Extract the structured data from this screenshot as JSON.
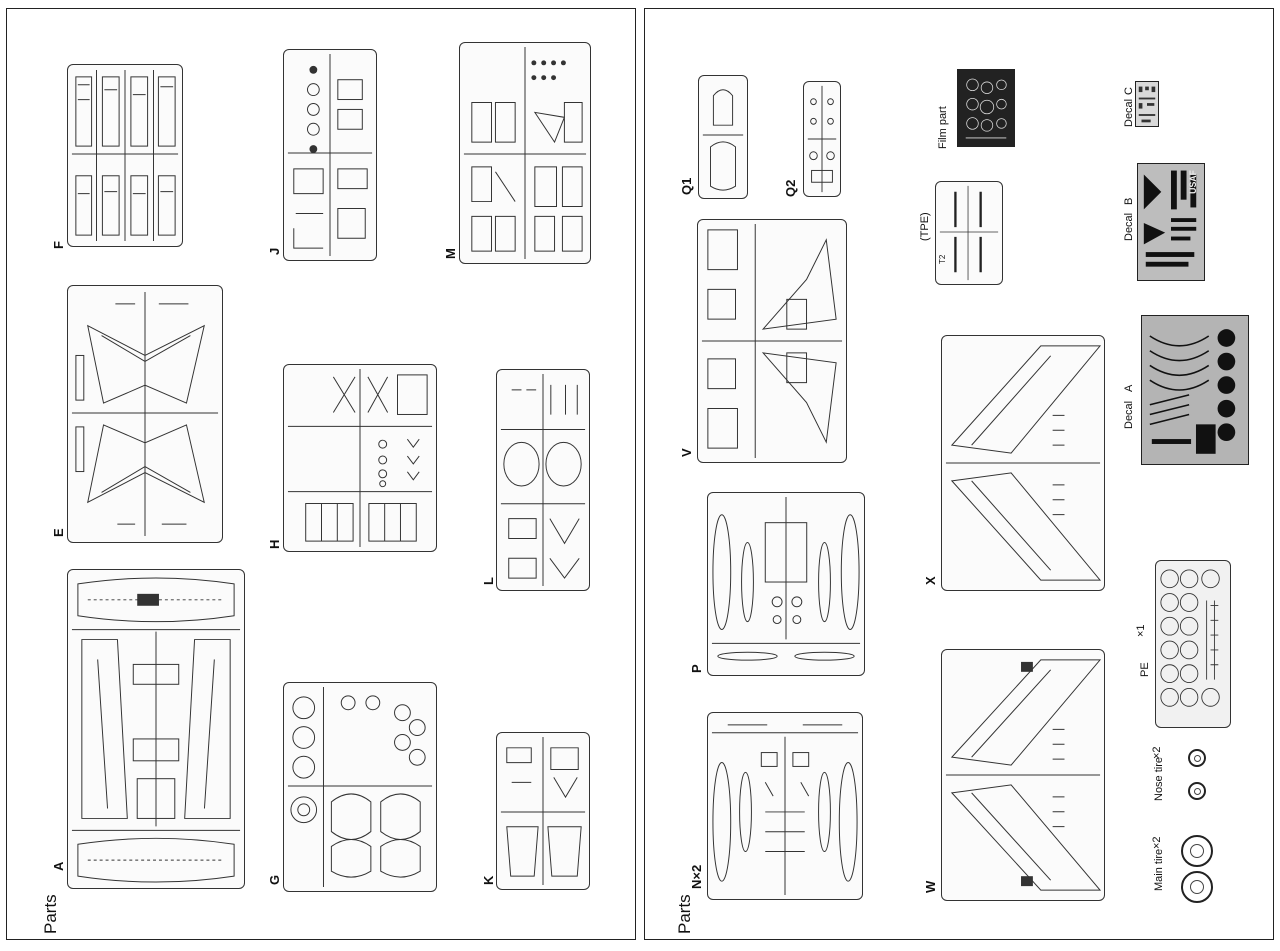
{
  "left_page": {
    "title": "Parts",
    "sprues": [
      {
        "id": "A",
        "label": "A"
      },
      {
        "id": "E",
        "label": "E"
      },
      {
        "id": "F",
        "label": "F"
      },
      {
        "id": "G",
        "label": "G"
      },
      {
        "id": "H",
        "label": "H"
      },
      {
        "id": "J",
        "label": "J"
      },
      {
        "id": "K",
        "label": "K"
      },
      {
        "id": "L",
        "label": "L"
      },
      {
        "id": "M",
        "label": "M"
      }
    ]
  },
  "right_page": {
    "title": "Parts",
    "sprues": [
      {
        "id": "N",
        "label": "N×2"
      },
      {
        "id": "P",
        "label": "P"
      },
      {
        "id": "V",
        "label": "V"
      },
      {
        "id": "Q1",
        "label": "Q1"
      },
      {
        "id": "Q2",
        "label": "Q2"
      },
      {
        "id": "W",
        "label": "W"
      },
      {
        "id": "X",
        "label": "X"
      },
      {
        "id": "TPE",
        "label": "(TPE)"
      },
      {
        "id": "PE",
        "label": "PE",
        "qty": "×1"
      }
    ],
    "film_part_label": "Film part",
    "decals": [
      {
        "id": "A",
        "label": "Decal",
        "letter": "A"
      },
      {
        "id": "B",
        "label": "Decal",
        "letter": "B"
      },
      {
        "id": "C",
        "label": "Decal",
        "letter": "C"
      }
    ],
    "decal_b_text": "USAF",
    "tires": [
      {
        "label": "Nose tire",
        "qty": "×2"
      },
      {
        "label": "Main tire",
        "qty": "×2"
      }
    ],
    "t2_label": "T2"
  }
}
